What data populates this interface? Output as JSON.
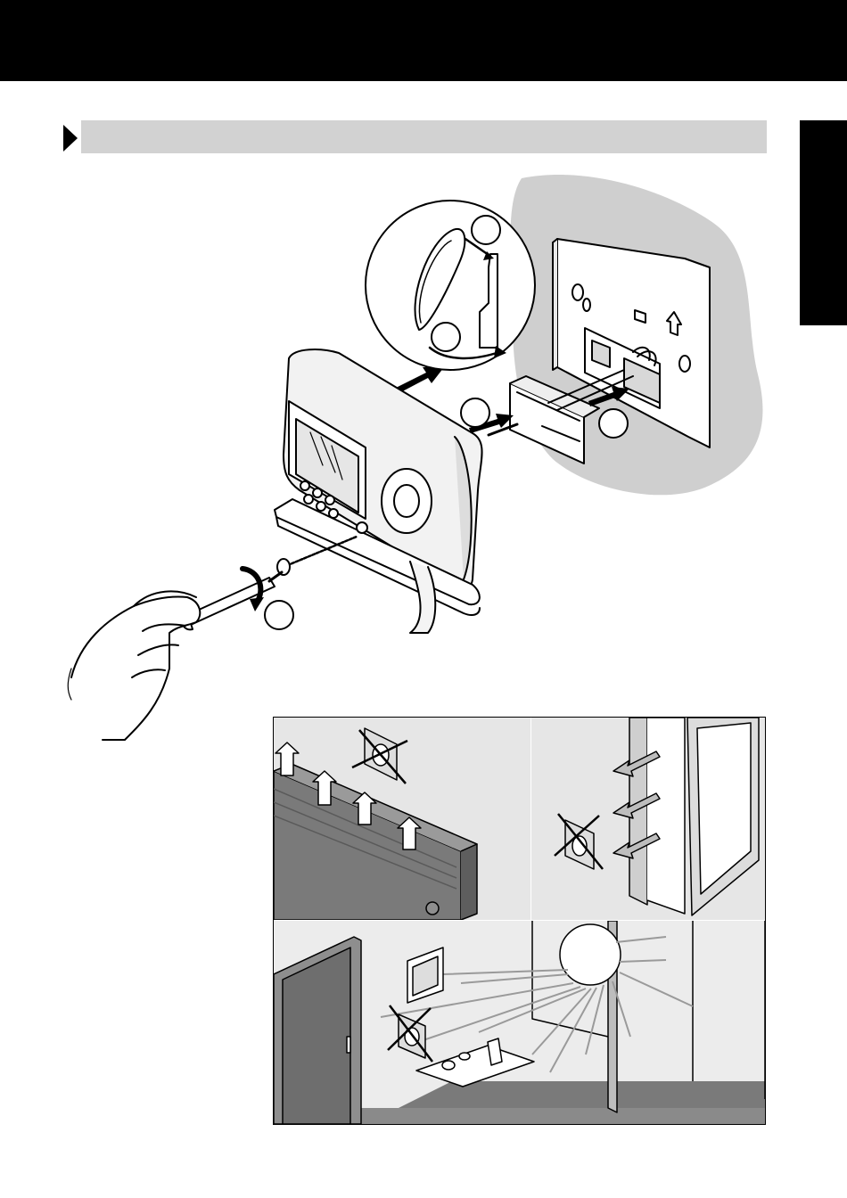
{
  "page": {
    "section_heading": "",
    "side_tab_label": ""
  },
  "install_steps": {
    "callouts": [
      "",
      "",
      "",
      ""
    ]
  },
  "placement": {
    "warnings": [
      {
        "subject": "radiator"
      },
      {
        "subject": "window-draft"
      },
      {
        "subject": "direct-sunlight"
      }
    ]
  },
  "colors": {
    "band": "#000000",
    "section_bar": "#d2d2d2",
    "wall": "#cfcfcf",
    "panel_bg": "#e6e6e6",
    "radiator": "#7a7a7a",
    "outline": "#000000"
  }
}
